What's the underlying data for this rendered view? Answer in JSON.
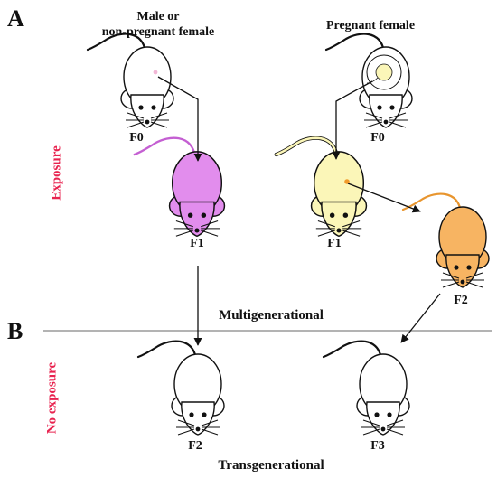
{
  "panels": {
    "a": "A",
    "b": "B"
  },
  "headings": {
    "left_line1": "Male or",
    "left_line2": "non-pregnant female",
    "right": "Pregnant female"
  },
  "side_labels": {
    "top": "Exposure",
    "bottom": "No exposure"
  },
  "generations": {
    "left_f0": "F0",
    "right_f0": "F0",
    "left_f1": "F1",
    "right_f1": "F1",
    "right_f2": "F2",
    "bottom_f2": "F2",
    "bottom_f3": "F3"
  },
  "captions": {
    "multi": "Multigenerational",
    "trans": "Transgenerational"
  },
  "colors": {
    "outline": "#111111",
    "white_mouse": "#ffffff",
    "pink_mouse": "#e28ded",
    "pink_tail": "#c45fd2",
    "yellow_mouse": "#fbf6b8",
    "orange_mouse": "#f7b462",
    "orange_tail": "#e8952e",
    "exposure_text": "#e8234f",
    "divider": "#9a9a9a"
  }
}
